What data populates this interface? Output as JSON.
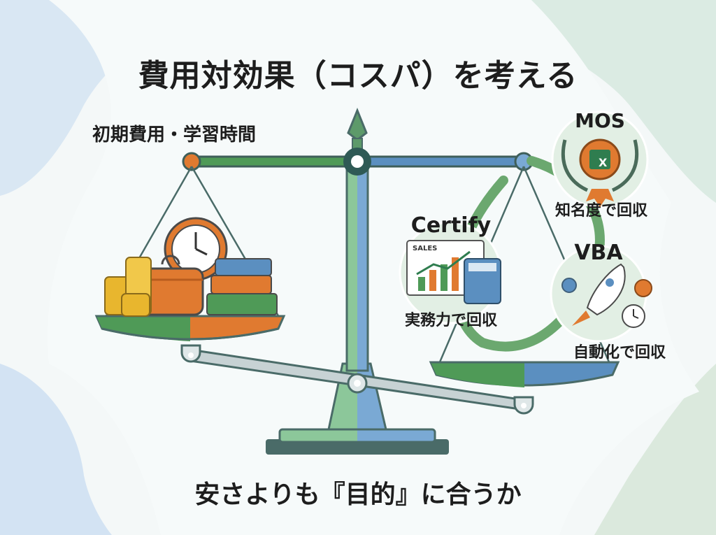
{
  "title": "費用対効果（コスパ）を考える",
  "cost_side": {
    "label": "初期費用・学習時間",
    "items": [
      "coins-icon",
      "wallet-icon",
      "clock-icon",
      "books-icon"
    ]
  },
  "benefit_side": {
    "mos": {
      "name": "MOS",
      "note": "知名度で回収",
      "badge_letter": "X"
    },
    "certify": {
      "name": "Certify",
      "note": "実務力で回収",
      "chart_label": "SALES"
    },
    "vba": {
      "name": "VBA",
      "note": "自動化で回収"
    }
  },
  "footer": "安さよりも『目的』に合うか",
  "colors": {
    "green": "#4f9a57",
    "blue": "#5b8fc0",
    "orange": "#e07a30",
    "gold": "#e8b62e",
    "frame": "#7fa98a"
  }
}
